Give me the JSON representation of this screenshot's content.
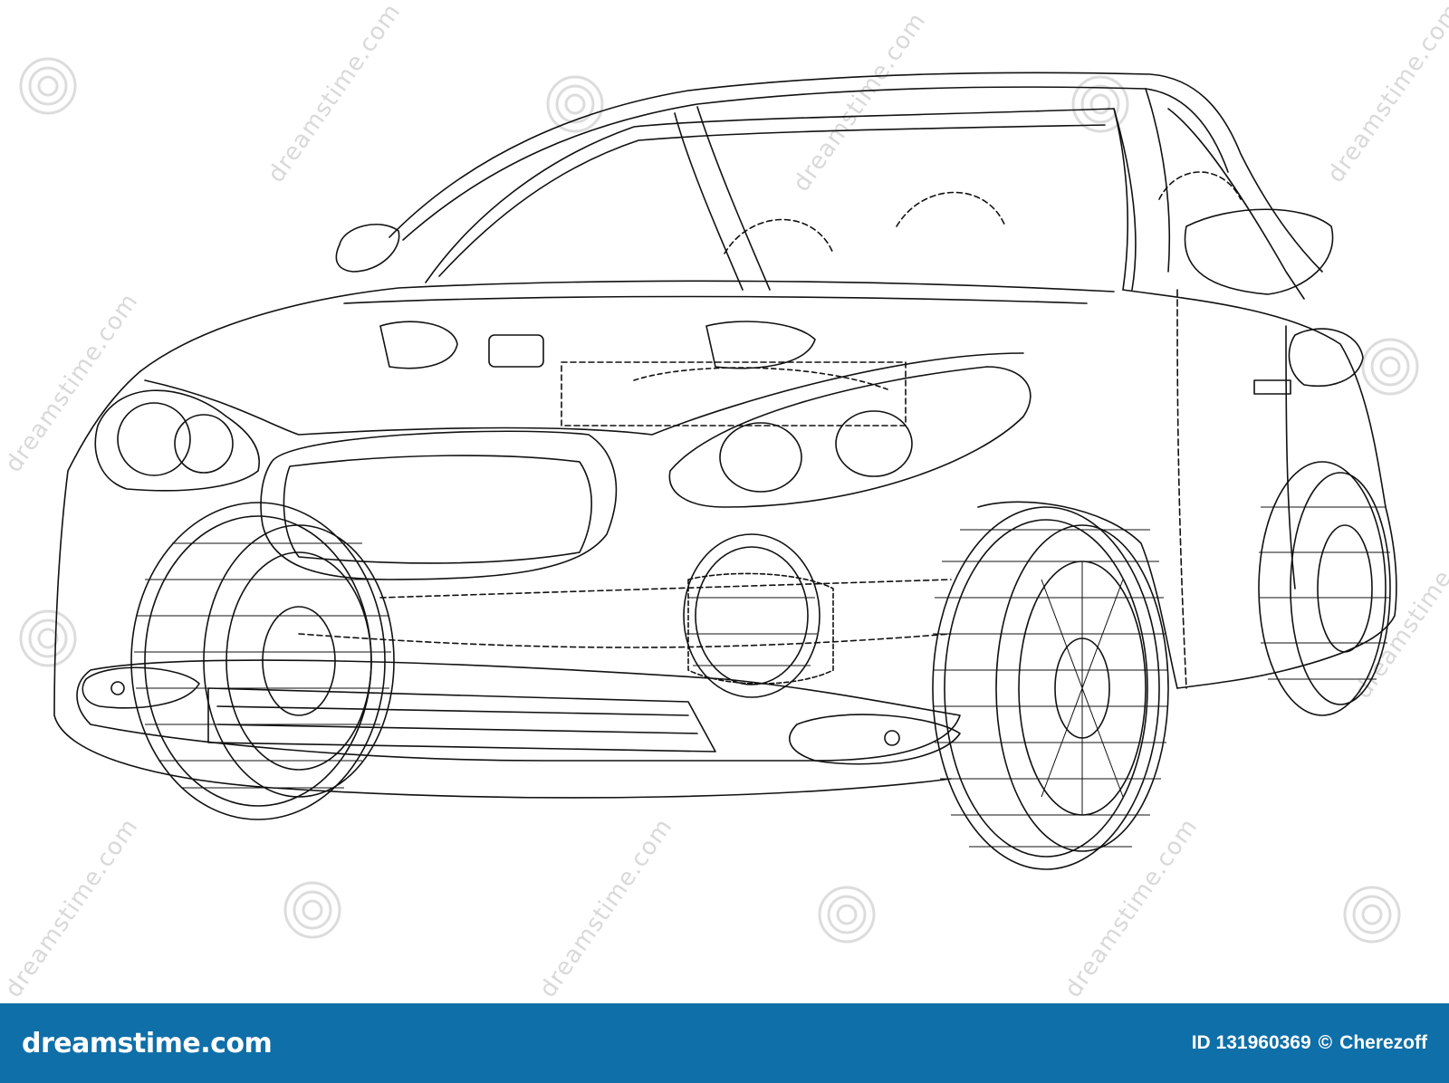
{
  "footer": {
    "brand_prefix": "dreamstime",
    "brand_suffix": ".com",
    "image_id": "ID 131960369",
    "copyright_symbol": "©",
    "author": "Cherezoff",
    "bar_color": "#0f6fa8"
  },
  "watermark": {
    "text": "dreamstime.com",
    "icon": "spiral-icon"
  },
  "illustration": {
    "subject": "car-wireframe",
    "line_color": "#111111"
  }
}
